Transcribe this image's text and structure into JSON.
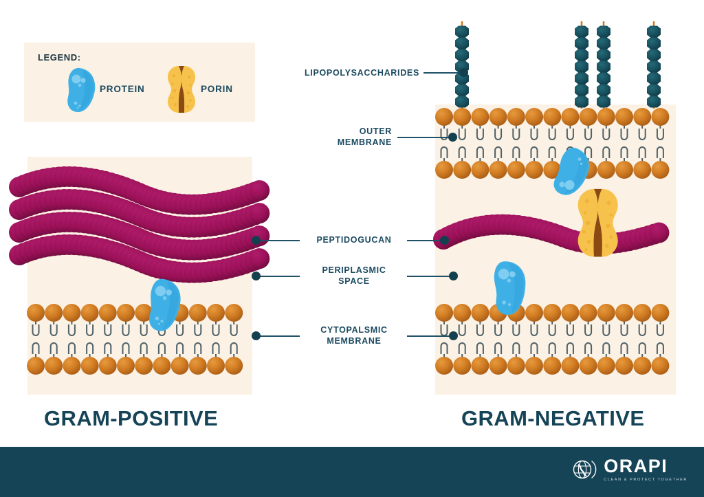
{
  "diagram": {
    "legend": {
      "title": "LEGEND:",
      "items": [
        {
          "label": "PROTEIN",
          "icon": "protein-blob-icon",
          "color": "#3FB0E5"
        },
        {
          "label": "PORIN",
          "icon": "porin-icon",
          "color": "#F7C24B"
        }
      ]
    },
    "cells": [
      {
        "id": "gram-positive",
        "title": "GRAM-POSITIVE"
      },
      {
        "id": "gram-negative",
        "title": "GRAM-NEGATIVE"
      }
    ],
    "callouts": [
      {
        "id": "lipopolysaccharides",
        "text": "LIPOPOLYSACCHARIDES"
      },
      {
        "id": "outer-membrane",
        "text": "OUTER\nMEMBRANE"
      },
      {
        "id": "peptidogucan",
        "text": "PEPTIDOGUCAN"
      },
      {
        "id": "periplasmic-space",
        "text": "PERIPLASMIC\nSPACE"
      },
      {
        "id": "cytopalsmic-membrane",
        "text": "CYTOPALSMIC\nMEMBRANE"
      }
    ],
    "footer": {
      "brand": "ORAPI",
      "tagline": "CLEAN & PROTECT TOGETHER",
      "logo_icon": "globe-icon"
    },
    "colors": {
      "background": "#FFFFFF",
      "cell_wall_fill": "#FBF1E4",
      "peptidoglycan": "#9B1158",
      "lipid_head": "#D07B22",
      "lipid_tail": "#4E6168",
      "protein": "#3FB0E5",
      "porin": "#F7C24B",
      "porin_channel": "#8A4A12",
      "lps": "#18505E",
      "label_text": "#1B4A60",
      "footer_bar": "#164457"
    }
  }
}
